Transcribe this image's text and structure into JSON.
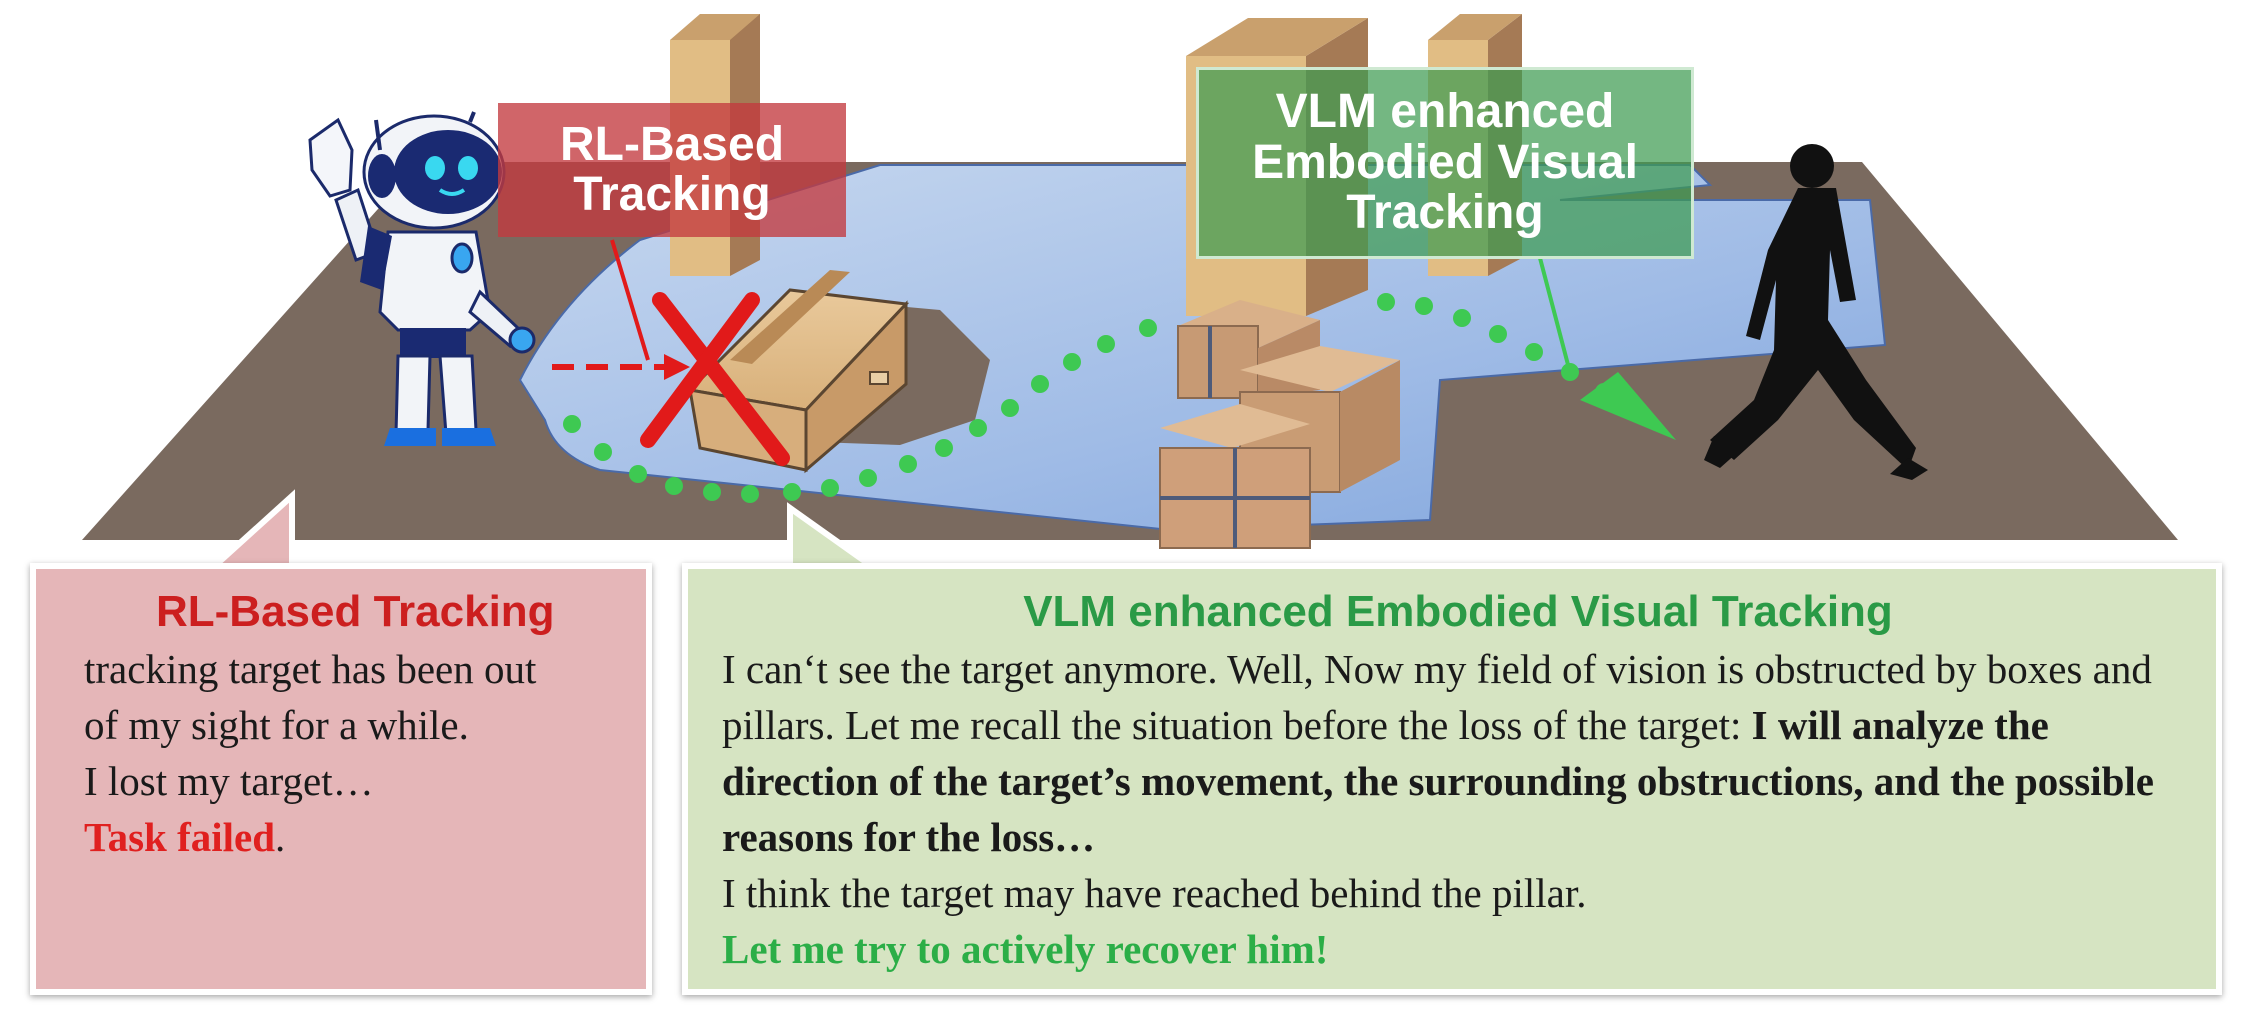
{
  "colors": {
    "rl_red": "#cc1f1f",
    "vlm_green": "#2a9a46",
    "dotted_path": "#3ec952",
    "floor": "#7a6a5f",
    "rl_panel_bg": "#e5b6b8",
    "vlm_panel_bg": "#d6e4c2"
  },
  "banners": {
    "rl": {
      "line1": "RL-Based",
      "line2": "Tracking"
    },
    "vlm": {
      "line1": "VLM enhanced",
      "line2": "Embodied Visual",
      "line3": "Tracking"
    }
  },
  "rl_panel": {
    "title": "RL-Based Tracking",
    "lines": [
      "tracking target has been out",
      "of my sight for a while.",
      "I lost my target…"
    ],
    "fail_text": "Task failed",
    "fail_suffix": "."
  },
  "vlm_panel": {
    "title": "VLM enhanced Embodied Visual Tracking",
    "intro": "I can‘t see the target anymore. Well, Now my field of vision is obstructed by boxes and pillars. Let me recall the situation before the loss of the target: ",
    "bold": "I will analyze the direction of the target’s movement, the surrounding obstructions, and the possible reasons for the loss…",
    "followup": "I think the target may have reached behind the pillar.",
    "recover": "Let me try to actively recover him!"
  },
  "icons": [
    "robot-icon",
    "box-icon",
    "red-x-icon",
    "pillar-icon",
    "walking-person-icon"
  ]
}
